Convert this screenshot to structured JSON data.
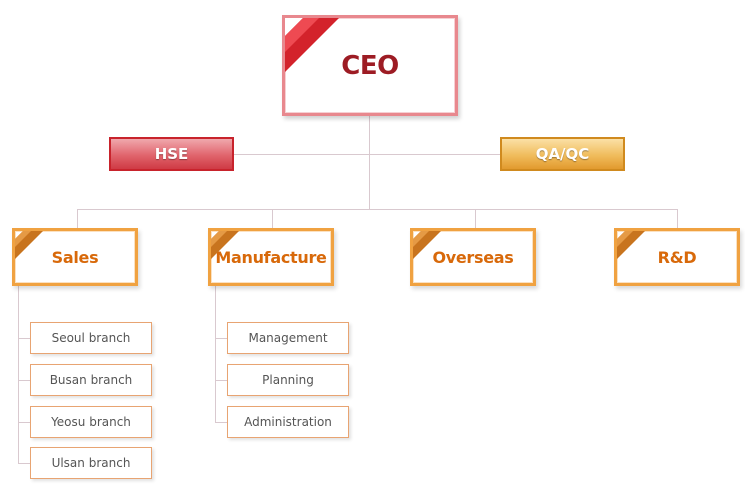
{
  "ceo": {
    "label": "CEO"
  },
  "staff": [
    {
      "label": "HSE"
    },
    {
      "label": "QA/QC"
    }
  ],
  "departments": [
    {
      "label": "Sales",
      "children": [
        "Seoul branch",
        "Busan branch",
        "Yeosu branch",
        "Ulsan branch"
      ]
    },
    {
      "label": "Manufacture",
      "children": [
        "Management",
        "Planning",
        "Administration"
      ]
    },
    {
      "label": "Overseas",
      "children": []
    },
    {
      "label": "R&D",
      "children": []
    }
  ],
  "colors": {
    "ceo_border": "#e8888e",
    "ceo_text": "#9d1c24",
    "hse_fill": "#e0646c",
    "qa_fill": "#f0bc5c",
    "dept_border": "#f0a241",
    "dept_text": "#d8690a",
    "connector": "#d9c9cf"
  }
}
